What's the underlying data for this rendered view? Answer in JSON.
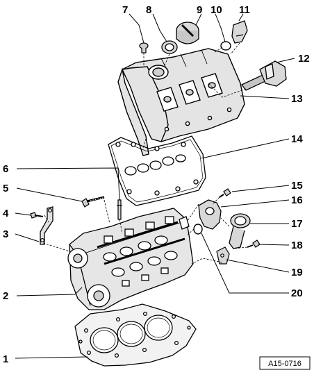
{
  "callouts": [
    "1",
    "2",
    "3",
    "4",
    "5",
    "6",
    "7",
    "8",
    "9",
    "10",
    "11",
    "12",
    "13",
    "14",
    "15",
    "16",
    "17",
    "18",
    "19",
    "20"
  ],
  "reference_code": "A15-0716",
  "colors": {
    "line": "#000000",
    "background": "#ffffff",
    "shade": "#d8d8d8",
    "mid": "#bdbdbd"
  }
}
